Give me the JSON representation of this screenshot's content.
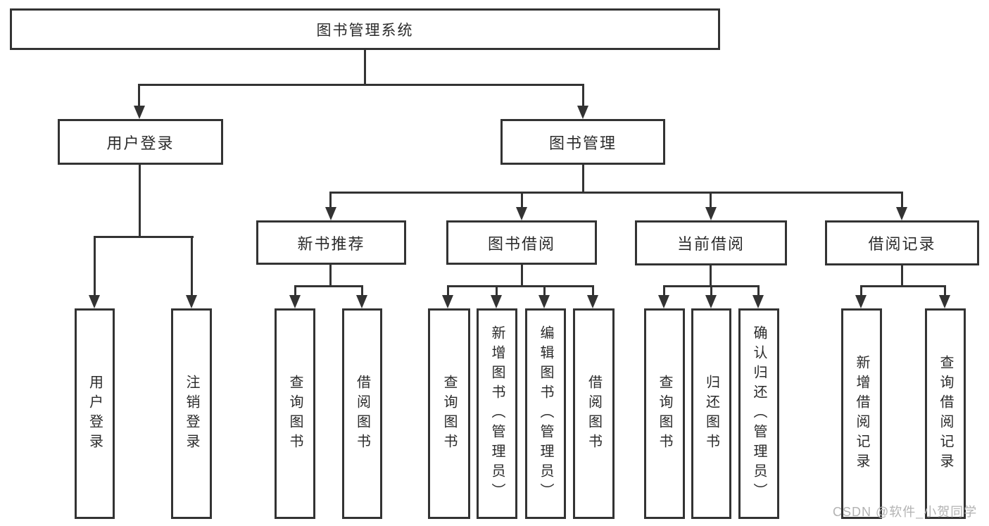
{
  "nodes": {
    "root": "图书管理系统",
    "level2": {
      "user_login": "用户登录",
      "book_mgmt": "图书管理"
    },
    "level3": {
      "new_books": "新书推荐",
      "book_borrow": "图书借阅",
      "current_borrow": "当前借阅",
      "borrow_records": "借阅记录"
    },
    "leaves": {
      "user_login": [
        "用户登录",
        "注销登录"
      ],
      "new_books": [
        "查询图书",
        "借阅图书"
      ],
      "book_borrow": [
        "查询图书",
        "新增图书（管理员）",
        "编辑图书（管理员）",
        "借阅图书"
      ],
      "current_borrow": [
        "查询图书",
        "归还图书",
        "确认归还（管理员）"
      ],
      "borrow_records": [
        "新增借阅记录",
        "查询借阅记录"
      ]
    }
  },
  "watermark": "CSDN @软件_小贺同学",
  "colors": {
    "line": "#333333",
    "text": "#2b2b2b",
    "watermark": "#b3b3b3",
    "background": "#ffffff"
  }
}
